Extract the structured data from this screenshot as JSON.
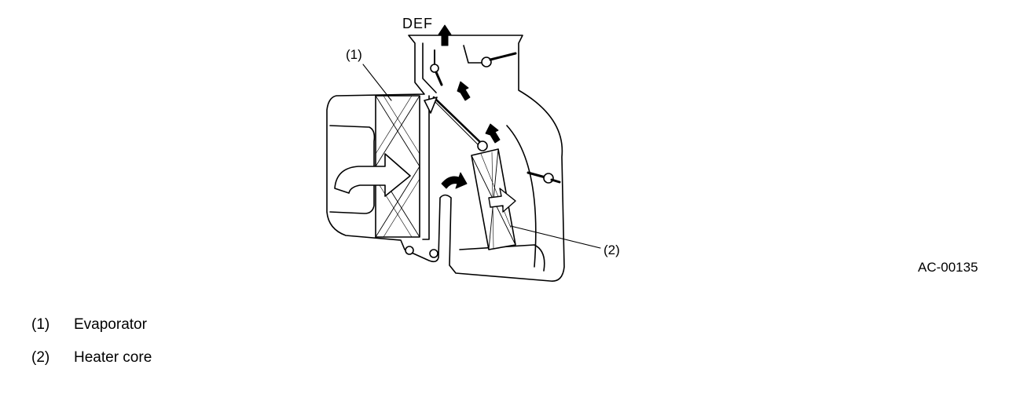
{
  "diagram": {
    "outlet_label": "DEF",
    "figure_id": "AC-00135",
    "callouts": [
      {
        "id": 1,
        "label": "(1)",
        "name": "Evaporator"
      },
      {
        "id": 2,
        "label": "(2)",
        "name": "Heater core"
      }
    ]
  },
  "colors": {
    "line": "#000000",
    "background": "#ffffff"
  }
}
